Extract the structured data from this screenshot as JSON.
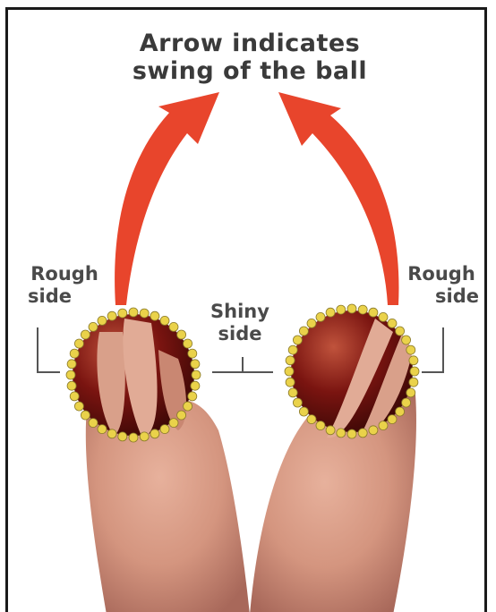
{
  "title": {
    "line1": "Arrow indicates",
    "line2": "swing of the ball"
  },
  "labels": {
    "rough_left": {
      "line1": "Rough",
      "line2": "side"
    },
    "shiny": {
      "line1": "Shiny",
      "line2": "side"
    },
    "rough_right": {
      "line1": "Rough",
      "line2": "side"
    }
  },
  "colors": {
    "arrow": "#e8452c",
    "seam_dots": "#ead24a",
    "ball": "#7a1410",
    "skin": "#d4957f",
    "label_text": "#4a4a4a",
    "border": "#1a1a1a"
  }
}
